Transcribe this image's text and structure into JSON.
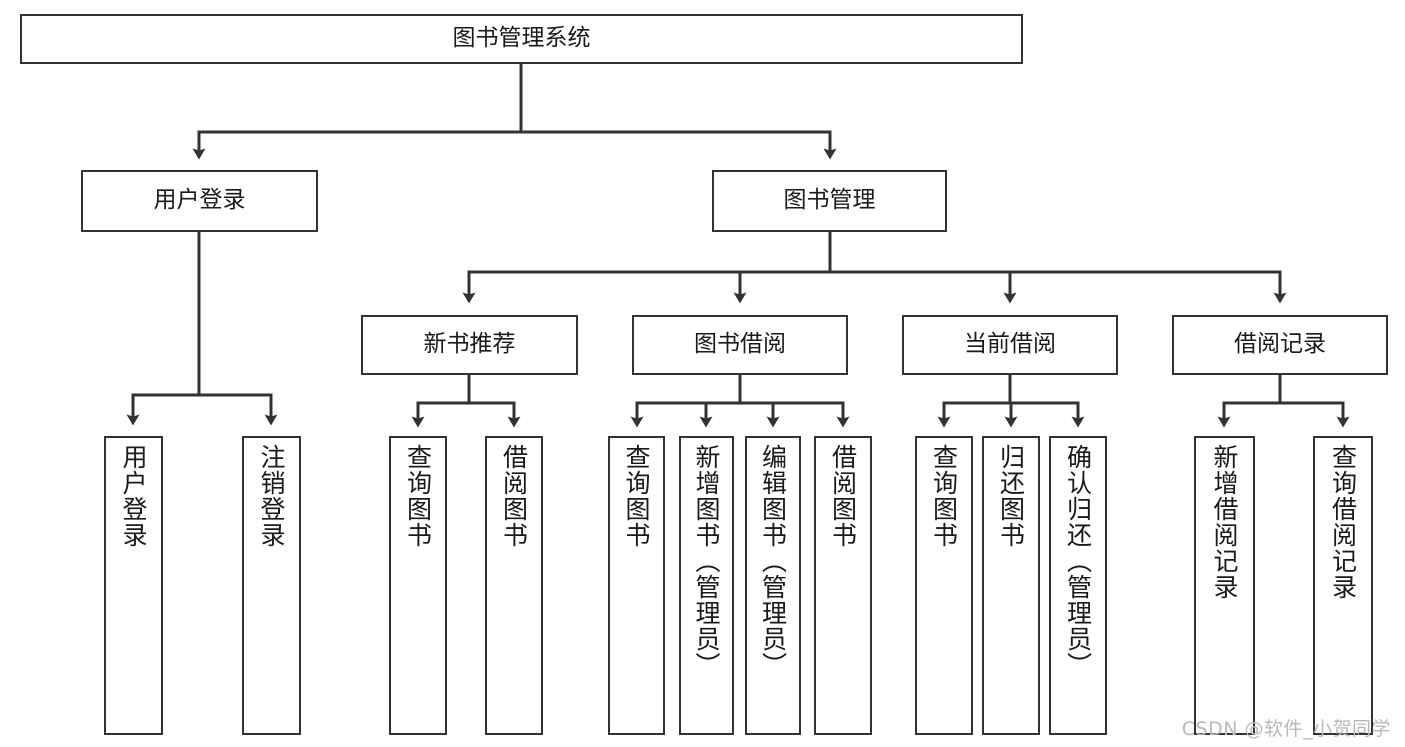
{
  "diagram": {
    "title": "图书管理系统",
    "type": "tree-hierarchy",
    "root": {
      "id": "root",
      "label": "图书管理系统"
    },
    "level2": [
      {
        "id": "user-login",
        "label": "用户登录"
      },
      {
        "id": "book-management",
        "label": "图书管理"
      }
    ],
    "level3": [
      {
        "id": "new-book-recommend",
        "label": "新书推荐",
        "parent": "book-management"
      },
      {
        "id": "book-borrow",
        "label": "图书借阅",
        "parent": "book-management"
      },
      {
        "id": "current-borrow",
        "label": "当前借阅",
        "parent": "book-management"
      },
      {
        "id": "borrow-record",
        "label": "借阅记录",
        "parent": "book-management"
      }
    ],
    "leaves": [
      {
        "id": "leaf-user-login",
        "label": "用户登录",
        "parent": "user-login"
      },
      {
        "id": "leaf-logout",
        "label": "注销登录",
        "parent": "user-login"
      },
      {
        "id": "leaf-query-book-1",
        "label": "查询图书",
        "parent": "new-book-recommend"
      },
      {
        "id": "leaf-borrow-book-1",
        "label": "借阅图书",
        "parent": "new-book-recommend"
      },
      {
        "id": "leaf-query-book-2",
        "label": "查询图书",
        "parent": "book-borrow"
      },
      {
        "id": "leaf-add-book",
        "label": "新增图书（管理员）",
        "parent": "book-borrow"
      },
      {
        "id": "leaf-edit-book",
        "label": "编辑图书（管理员）",
        "parent": "book-borrow"
      },
      {
        "id": "leaf-borrow-book-2",
        "label": "借阅图书",
        "parent": "book-borrow"
      },
      {
        "id": "leaf-query-book-3",
        "label": "查询图书",
        "parent": "current-borrow"
      },
      {
        "id": "leaf-return-book",
        "label": "归还图书",
        "parent": "current-borrow"
      },
      {
        "id": "leaf-confirm-return",
        "label": "确认归还（管理员）",
        "parent": "current-borrow"
      },
      {
        "id": "leaf-add-record",
        "label": "新增借阅记录",
        "parent": "borrow-record"
      },
      {
        "id": "leaf-query-record",
        "label": "查询借阅记录",
        "parent": "borrow-record"
      }
    ],
    "watermark": "CSDN @软件_小贺同学",
    "colors": {
      "stroke": "#333333",
      "box_fill": "#ffffff",
      "text": "#1a1a1a",
      "watermark": "#b9b9b9",
      "background": "#ffffff"
    }
  }
}
